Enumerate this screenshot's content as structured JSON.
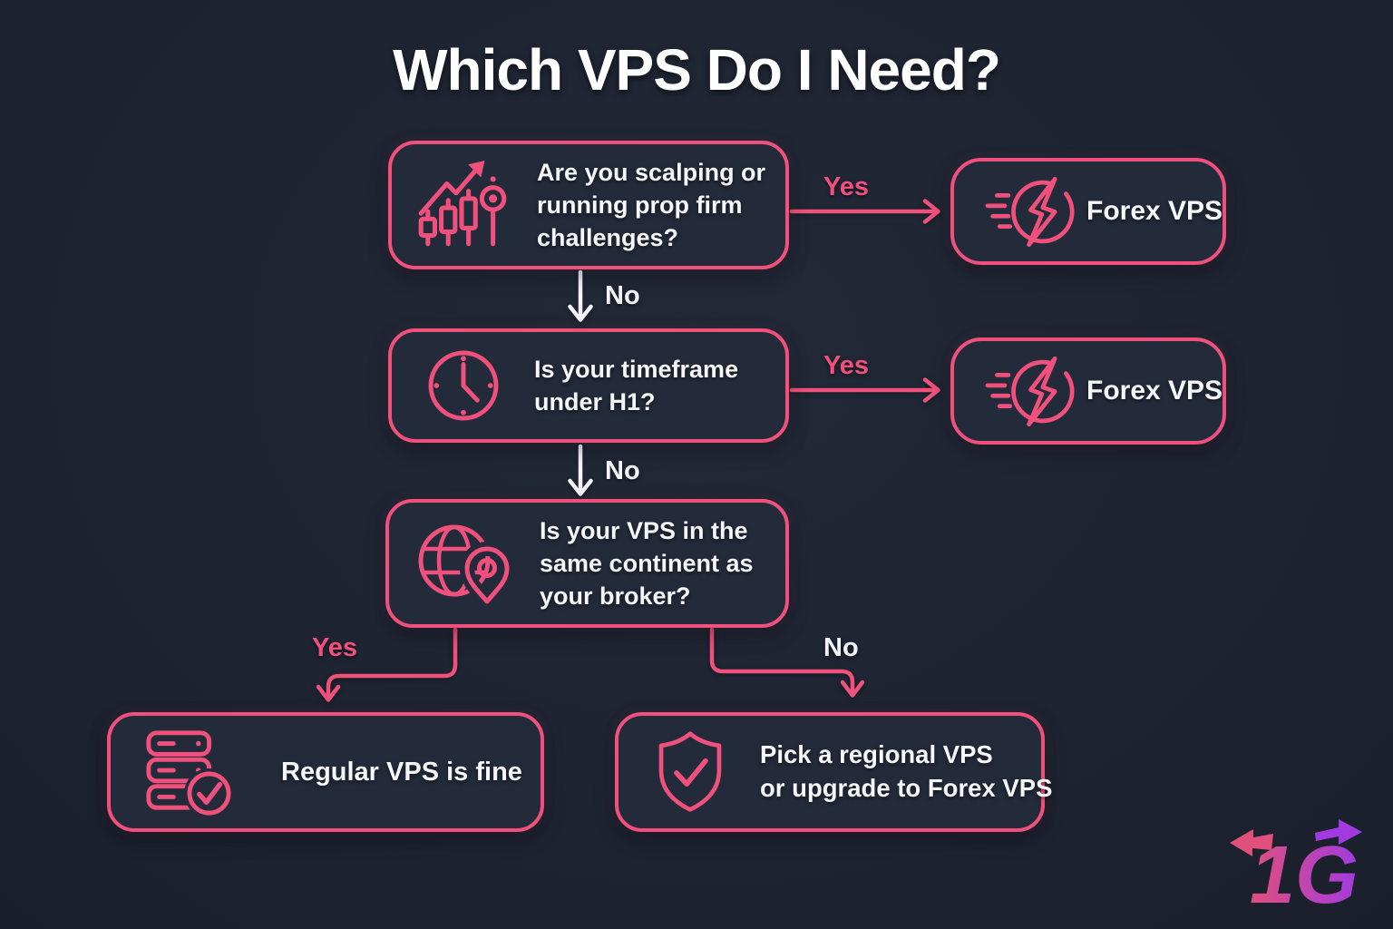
{
  "title": "Which VPS Do I Need?",
  "colors": {
    "background": "#1d2230",
    "box_fill": "#232a39",
    "accent_pink": "#f0517c",
    "text_white": "#f6f7fa",
    "logo_pink": "#e0507c",
    "logo_purple": "#a23ae0"
  },
  "flow": {
    "q1": {
      "icon": "candlestick-chart-icon",
      "lines": [
        "Are you scalping or",
        "running prop firm",
        "challenges?"
      ]
    },
    "q2": {
      "icon": "clock-icon",
      "lines": [
        "Is your timeframe",
        "under H1?"
      ]
    },
    "q3": {
      "icon": "globe-pin-icon",
      "lines": [
        "Is your VPS in the",
        "same continent as",
        "your broker?"
      ]
    },
    "labels": {
      "yes1": "Yes",
      "yes2": "Yes",
      "yes3": "Yes",
      "no1": "No",
      "no2": "No",
      "no3": "No"
    }
  },
  "outcomes": {
    "forex1": {
      "icon": "speed-lightning-icon",
      "label": "Forex VPS"
    },
    "forex2": {
      "icon": "speed-lightning-icon",
      "label": "Forex VPS"
    },
    "regular": {
      "icon": "server-check-icon",
      "label": "Regular VPS is fine"
    },
    "regional": {
      "icon": "shield-check-icon",
      "lines": [
        "Pick a regional VPS",
        "or upgrade to Forex VPS"
      ]
    }
  },
  "logo": {
    "text": "1G"
  }
}
